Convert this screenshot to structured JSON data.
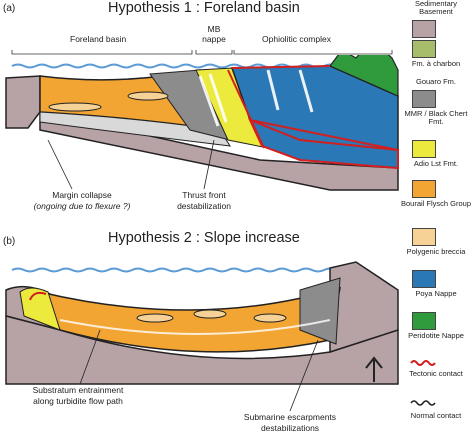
{
  "panel_a": {
    "tag": "(a)",
    "title": "Hypothesis 1 : Foreland basin",
    "header_foreland": "Foreland basin",
    "header_mb_line1": "MB",
    "header_mb_line2": "nappe",
    "header_ophiolitic": "Ophiolitic complex",
    "callout_margin_line1": "Margin collapse",
    "callout_margin_line2": "(ongoing due to flexure ?)",
    "callout_thrust_line1": "Thrust front",
    "callout_thrust_line2": "destabilization"
  },
  "panel_b": {
    "tag": "(b)",
    "title": "Hypothesis 2 : Slope increase",
    "callout_substratum_line1": "Substratum entrainment",
    "callout_substratum_line2": "along turbidite flow path",
    "callout_escarp_line1": "Submarine escarpments",
    "callout_escarp_line2": "destabilizations"
  },
  "legend": {
    "items": [
      {
        "label": "Sedimentary Basement",
        "color": "#b7a2a6"
      },
      {
        "label": "Fm. à charbon",
        "color": "#a8bd6c"
      },
      {
        "label": "Gouaro Fm.",
        "color": "#d9d9d9"
      },
      {
        "label": "MMR / Black Chert Fmt.",
        "color": "#8c8c8c"
      },
      {
        "label": "Adio Lst Fmt.",
        "color": "#ecea3c"
      },
      {
        "label": "Bourail Flysch Group",
        "color": "#f2a533"
      },
      {
        "label": "Polygenic breccia",
        "color": "#f7d296"
      },
      {
        "label": "Poya Nappe",
        "color": "#2a78b5"
      },
      {
        "label": "Peridotite Nappe",
        "color": "#2f9b3d"
      },
      {
        "label": "Tectonic contact",
        "color": "#d21f1f"
      },
      {
        "label": "Normal contact",
        "color": "#222222"
      }
    ]
  }
}
